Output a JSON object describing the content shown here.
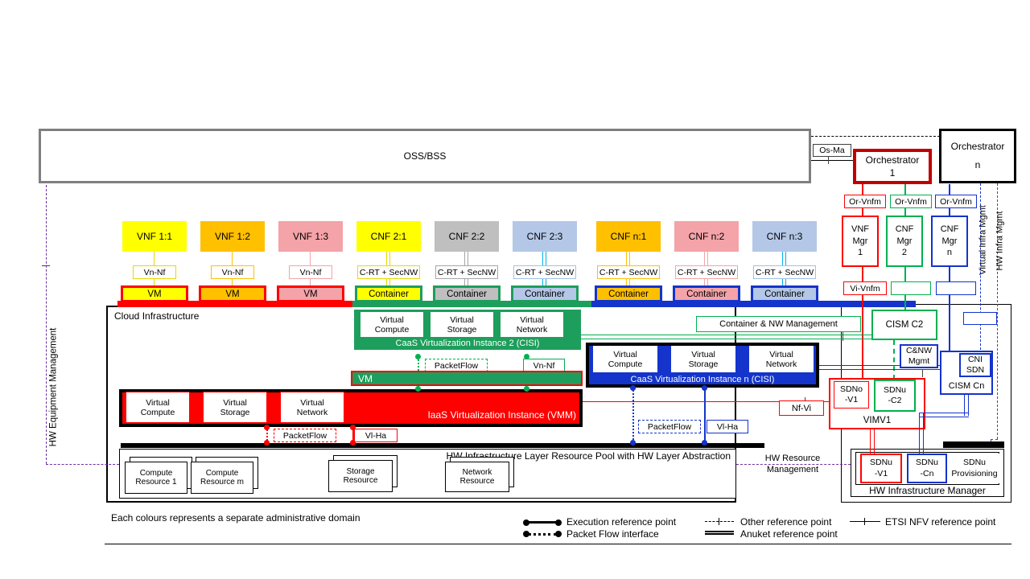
{
  "palette": {
    "yellow": "#FFFF00",
    "orange": "#FFC000",
    "pink": "#F4A3A8",
    "gray": "#BFBFBF",
    "light_blue": "#B4C7E7",
    "cyan_line": "#00B0F0",
    "green_fill": "#1E9E5C",
    "green_line": "#00B050",
    "red": "#FF0000",
    "dark_red": "#C00000",
    "blue": "#1434CB",
    "purple": "#7030A0",
    "frame_gray": "#7F7F7F"
  },
  "top": {
    "oss_bss": "OSS/BSS",
    "os_ma": "Os-Ma",
    "orchestrator_1": "Orchestrator\n1",
    "orchestrator_n": "Orchestrator\nn"
  },
  "nf": [
    {
      "label": "VNF 1:1",
      "iface": "Vn-Nf",
      "runtime": "VM"
    },
    {
      "label": "VNF 1:2",
      "iface": "Vn-Nf",
      "runtime": "VM"
    },
    {
      "label": "VNF 1:3",
      "iface": "Vn-Nf",
      "runtime": "VM"
    },
    {
      "label": "CNF 2:1",
      "iface": "C-RT + SecNW",
      "runtime": "Container"
    },
    {
      "label": "CNF 2:2",
      "iface": "C-RT + SecNW",
      "runtime": "Container"
    },
    {
      "label": "CNF 2:3",
      "iface": "C-RT + SecNW",
      "runtime": "Container"
    },
    {
      "label": "CNF n:1",
      "iface": "C-RT + SecNW",
      "runtime": "Container"
    },
    {
      "label": "CNF n:2",
      "iface": "C-RT + SecNW",
      "runtime": "Container"
    },
    {
      "label": "CNF n:3",
      "iface": "C-RT + SecNW",
      "runtime": "Container"
    }
  ],
  "managers": {
    "or_vnfm_1": "Or-Vnfm",
    "or_vnfm_2": "Or-Vnfm",
    "or_vnfm_3": "Or-Vnfm",
    "vnf_mgr_1": "VNF\nMgr\n1",
    "cnf_mgr_2": "CNF\nMgr\n2",
    "cnf_mgr_n": "CNF\nMgr\nn",
    "vi_vnfm": "Vi-Vnfm"
  },
  "cloud": {
    "title": "Cloud  Infrastructure",
    "caas2": {
      "cells": [
        "Virtual\nCompute",
        "Virtual\nStorage",
        "Virtual\nNetwork"
      ],
      "title": "CaaS Virtualization Instance 2 (CISI)",
      "packetflow": "PacketFlow",
      "vn_nf": "Vn-Nf"
    },
    "vm_bar": "VM",
    "iaas": {
      "cells": [
        "Virtual\nCompute",
        "Virtual\nStorage",
        "Virtual\nNetwork"
      ],
      "title": "IaaS Virtualization Instance (VMM)",
      "packetflow": "PacketFlow",
      "vl_ha": "Vl-Ha"
    },
    "caasn": {
      "cells": [
        "Virtual\nCompute",
        "Virtual\nStorage",
        "Virtual\nNetwork"
      ],
      "title": "CaaS Virtualization Instance n (CISI)",
      "packetflow": "PacketFlow",
      "vl_ha": "Vl-Ha"
    },
    "hw_pool": {
      "title": "HW Infrastructure Layer Resource Pool with HW Layer Abstraction",
      "resources": [
        "Compute\nResource 1",
        "Compute\nResource m",
        "Storage\nResource",
        "Network\nResource"
      ]
    }
  },
  "right": {
    "container_nw_mgmt": "Container & NW  Management",
    "cism_c2": "CISM C2",
    "cnw_mgmt": "C&NW\nMgmt",
    "cni_sdn": "CNI\nSDN",
    "cism_cn": "CISM Cn",
    "sdno_v1": "SDNo\n-V1",
    "sdnu_c2": "SDNu\n-C2",
    "vimv1": "VIMV1",
    "nf_vi": "Nf-Vi",
    "hw_im_title": "HW Infrastructure Manager",
    "sdnu_v1": "SDNu\n-V1",
    "sdnu_cn": "SDNu\n-Cn",
    "sdnu_provisioning": "SDNu\nProvisioning"
  },
  "side": {
    "hw_equipment_mgmt": "HW Equipment Management",
    "virtual_infra_mgmt": "Virtual Infra Mgmt",
    "hw_infra_mgmt": "HW Infra Mgmt",
    "hw_resource_mgmt": "HW Resource\nManagement"
  },
  "legend": {
    "note": "Each colours represents a separate administrative domain",
    "execution": "Execution reference point",
    "packet_flow": "Packet Flow interface",
    "other": "Other reference point",
    "anuket": "Anuket reference point",
    "etsi": "ETSI NFV reference point"
  }
}
